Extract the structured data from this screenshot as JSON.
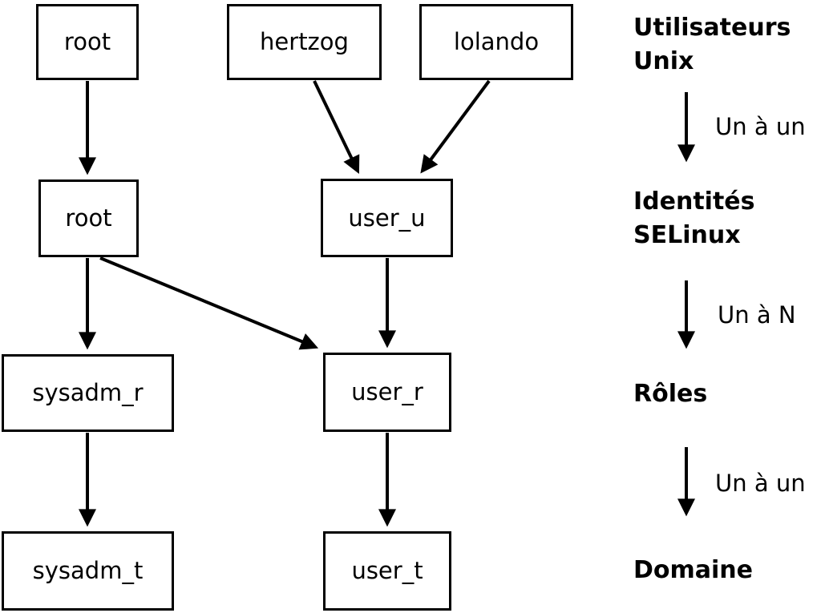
{
  "nodes": {
    "unix_root": {
      "label": "root"
    },
    "unix_hertzog": {
      "label": "hertzog"
    },
    "unix_lolando": {
      "label": "lolando"
    },
    "selinux_root": {
      "label": "root"
    },
    "selinux_user_u": {
      "label": "user_u"
    },
    "role_sysadm_r": {
      "label": "sysadm_r"
    },
    "role_user_r": {
      "label": "user_r"
    },
    "domain_sysadm_t": {
      "label": "sysadm_t"
    },
    "domain_user_t": {
      "label": "user_t"
    }
  },
  "connections": [
    {
      "from": "root (Unix)",
      "to": "root (SELinux identity)"
    },
    {
      "from": "hertzog",
      "to": "user_u"
    },
    {
      "from": "lolando",
      "to": "user_u"
    },
    {
      "from": "root (SELinux)",
      "to": "sysadm_r"
    },
    {
      "from": "root (SELinux)",
      "to": "user_r"
    },
    {
      "from": "user_u",
      "to": "user_r"
    },
    {
      "from": "sysadm_r",
      "to": "sysadm_t"
    },
    {
      "from": "user_r",
      "to": "user_t"
    }
  ],
  "legend": {
    "unix_users": "Utilisateurs\nUnix",
    "selinux_identities": "Identités\nSELinux",
    "roles": "Rôles",
    "domain": "Domaine",
    "arrow1_label": "Un à un",
    "arrow2_label": "Un à N",
    "arrow3_label": "Un à un"
  },
  "colors": {
    "background": "#ffffff",
    "line": "#000000",
    "text": "#000000"
  }
}
